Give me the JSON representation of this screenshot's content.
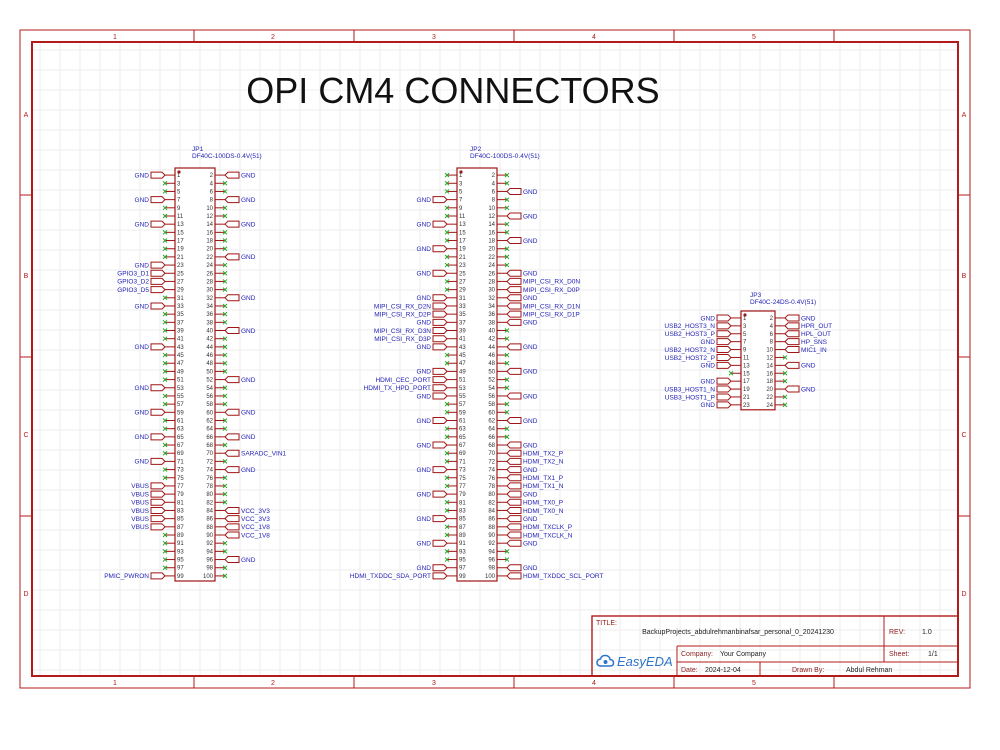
{
  "title": "OPI CM4 CONNECTORS",
  "frame": {
    "columns": [
      "1",
      "2",
      "3",
      "4",
      "5"
    ],
    "rows": [
      "A",
      "B",
      "C",
      "D"
    ]
  },
  "connectors": [
    {
      "ref": "JP1",
      "part": "DF40C-100DS-0.4V(51)",
      "pins": 100,
      "left_labels": {
        "1": "GND",
        "7": "GND",
        "13": "GND",
        "23": "GND",
        "25": "GPIO3_D1",
        "27": "GPIO3_D2",
        "29": "GPIO3_D5",
        "33": "GND",
        "43": "GND",
        "53": "GND",
        "59": "GND",
        "65": "GND",
        "71": "GND",
        "77": "VBUS",
        "79": "VBUS",
        "81": "VBUS",
        "83": "VBUS",
        "85": "VBUS",
        "87": "VBUS",
        "99": "PMIC_PWRON"
      },
      "right_labels": {
        "2": "GND",
        "8": "GND",
        "14": "GND",
        "22": "GND",
        "32": "GND",
        "40": "GND",
        "52": "GND",
        "60": "GND",
        "66": "GND",
        "70": "SARADC_VIN1",
        "74": "GND",
        "84": "VCC_3V3",
        "86": "VCC_3V3",
        "88": "VCC_1V8",
        "90": "VCC_1V8",
        "96": "GND"
      }
    },
    {
      "ref": "JP2",
      "part": "DF40C-100DS-0.4V(51)",
      "pins": 100,
      "left_labels": {
        "7": "GND",
        "13": "GND",
        "19": "GND",
        "25": "GND",
        "31": "GND",
        "33": "MIPI_CSI_RX_D2N",
        "35": "MIPI_CSI_RX_D2P",
        "37": "GND",
        "39": "MIPI_CSI_RX_D3N",
        "41": "MIPI_CSI_RX_D3P",
        "43": "GND",
        "49": "GND",
        "51": "HDMI_CEC_PORT",
        "53": "HDMI_TX_HPD_PORT",
        "55": "GND",
        "61": "GND",
        "67": "GND",
        "73": "GND",
        "79": "GND",
        "85": "GND",
        "91": "GND",
        "97": "GND",
        "99": "HDMI_TXDDC_SDA_PORT"
      },
      "right_labels": {
        "6": "GND",
        "12": "GND",
        "18": "GND",
        "26": "GND",
        "28": "MIPI_CSI_RX_D0N",
        "30": "MIPI_CSI_RX_D0P",
        "32": "GND",
        "34": "MIPI_CSI_RX_D1N",
        "36": "MIPI_CSI_RX_D1P",
        "38": "GND",
        "44": "GND",
        "50": "GND",
        "56": "GND",
        "62": "GND",
        "68": "GND",
        "70": "HDMI_TX2_P",
        "72": "HDMI_TX2_N",
        "74": "GND",
        "76": "HDMI_TX1_P",
        "78": "HDMI_TX1_N",
        "80": "GND",
        "82": "HDMI_TX0_P",
        "84": "HDMI_TX0_N",
        "86": "GND",
        "88": "HDMI_TXCLK_P",
        "90": "HDMI_TXCLK_N",
        "92": "GND",
        "98": "GND",
        "100": "HDMI_TXDDC_SCL_PORT"
      }
    },
    {
      "ref": "JP3",
      "part": "DF40C-24DS-0.4V(51)",
      "pins": 24,
      "left_labels": {
        "1": "GND",
        "3": "USB2_HOST3_N",
        "5": "USB2_HOST3_P",
        "7": "GND",
        "9": "USB2_HOST2_N",
        "11": "USB2_HOST2_P",
        "13": "GND",
        "17": "GND",
        "19": "USB3_HOST1_N",
        "21": "USB3_HOST1_P",
        "23": "GND"
      },
      "right_labels": {
        "2": "GND",
        "4": "HPR_OUT",
        "6": "HPL_OUT",
        "8": "HP_SNS",
        "10": "MIC1_IN",
        "14": "GND",
        "20": "GND"
      }
    }
  ],
  "title_block": {
    "title_label": "TITLE:",
    "title": "BackupProjects_abdulrehmanbinafsar_personal_0_20241230",
    "rev_label": "REV:",
    "rev": "1.0",
    "company_label": "Company:",
    "company": "Your Company",
    "sheet_label": "Sheet:",
    "sheet": "1/1",
    "date_label": "Date:",
    "date": "2024-12-04",
    "drawn_label": "Drawn By:",
    "drawn": "Abdul Rehman",
    "logo_text": "EasyEDA"
  }
}
